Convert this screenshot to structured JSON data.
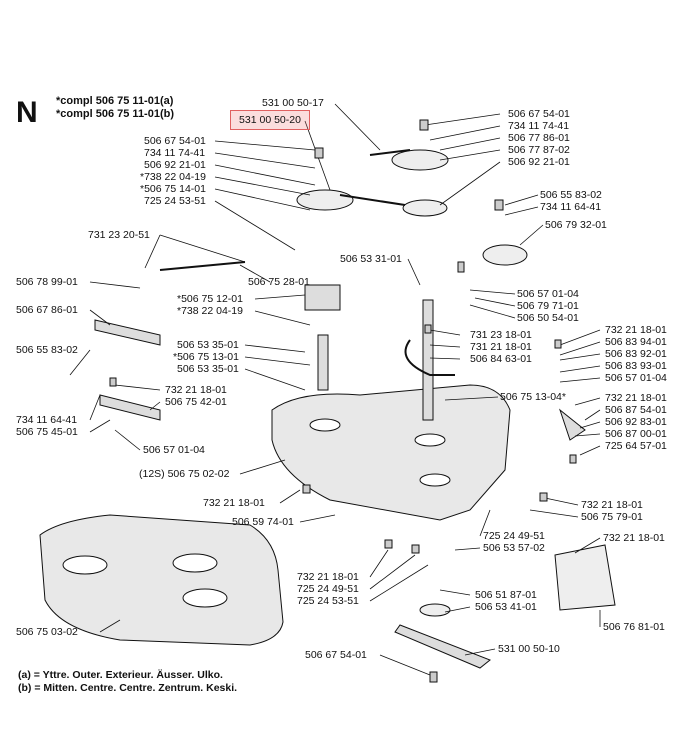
{
  "section_letter": "N",
  "compl_lines": [
    "*compl 506 75 11-01(a)",
    "*compl 506 75 11-01(b)"
  ],
  "highlighted_part": "531 00 50-20",
  "legend": [
    "(a) = Yttre. Outer. Exterieur. Äusser. Ulko.",
    "(b) = Mitten. Centre. Centre. Zentrum. Keski."
  ],
  "labels": {
    "p01": "531 00 50-17",
    "p02": "506 67 54-01",
    "p03": "734 11 74-41",
    "p04": "506 77 86-01",
    "p05": "506 77 87-02",
    "p06": "506 92 21-01",
    "p07": "506 67 54-01",
    "p08": "734 11 74-41",
    "p09": "506 92 21-01",
    "p10": "*738 22 04-19",
    "p11": "*506 75 14-01",
    "p12": "725 24 53-51",
    "p13": "506 55 83-02",
    "p14": "734 11 64-41",
    "p15": "506 79 32-01",
    "p16": "731 23 20-51",
    "p17": "506 78 99-01",
    "p18": "506 75 28-01",
    "p19": "506 53 31-01",
    "p20": "506 57 01-04",
    "p21": "506 79 71-01",
    "p22": "506 50 54-01",
    "p23": "506 67 86-01",
    "p24": "*506 75 12-01",
    "p25": "*738 22 04-19",
    "p26": "731 23 18-01",
    "p27": "731 21 18-01",
    "p28": "506 84 63-01",
    "p29": "732 21 18-01",
    "p30": "506 83 94-01",
    "p31": "506 83 92-01",
    "p32": "506 83 93-01",
    "p33": "506 57 01-04",
    "p34": "506 55 83-02",
    "p35": "506 53 35-01",
    "p36": "*506 75 13-01",
    "p37": "506 53 35-01",
    "p38": "732 21 18-01",
    "p39": "506 75 42-01",
    "p40": "506 75 13-04*",
    "p41": "732 21 18-01",
    "p42": "506 87 54-01",
    "p43": "506 92 83-01",
    "p44": "506 87 00-01",
    "p45": "725 64 57-01",
    "p46": "734 11 64-41",
    "p47": "506 75 45-01",
    "p48": "506 57 01-04",
    "p49": "(12S) 506 75 02-02",
    "p50": "732 21 18-01",
    "p51": "732 21 18-01",
    "p52": "506 75 79-01",
    "p53": "506 59 74-01",
    "p54": "725 24 49-51",
    "p55": "506 53 57-02",
    "p56": "732 21 18-01",
    "p57": "732 21 18-01",
    "p58": "725 24 49-51",
    "p59": "725 24 53-51",
    "p60": "506 51 87-01",
    "p61": "506 53 41-01",
    "p62": "506 75 03-02",
    "p63": "506 76 81-01",
    "p64": "531 00 50-10",
    "p65": "506 67 54-01"
  }
}
